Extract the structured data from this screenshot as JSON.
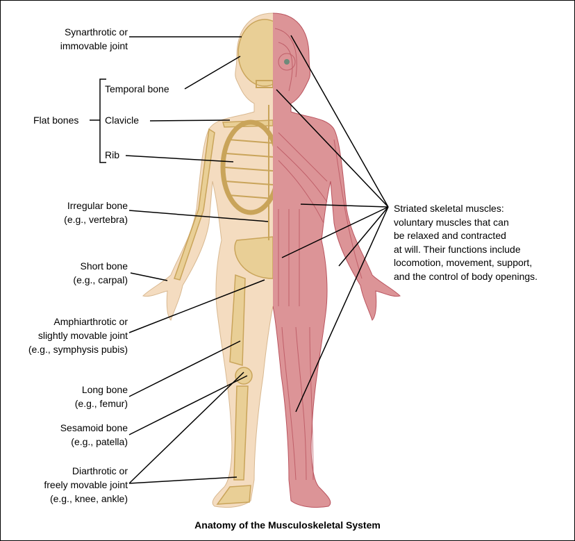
{
  "title": "Anatomy of the Musculoskeletal System",
  "left_labels": {
    "synarthrotic": [
      "Synarthrotic or",
      "immovable joint"
    ],
    "flat_bones": "Flat bones",
    "temporal": "Temporal bone",
    "clavicle": "Clavicle",
    "rib": "Rib",
    "irregular": [
      "Irregular bone",
      "(e.g., vertebra)"
    ],
    "short": [
      "Short bone",
      "(e.g., carpal)"
    ],
    "amphiarthrotic": [
      "Amphiarthrotic or",
      "slightly movable joint",
      "(e.g., symphysis pubis)"
    ],
    "long": [
      "Long bone",
      "(e.g., femur)"
    ],
    "sesamoid": [
      "Sesamoid bone",
      "(e.g., patella)"
    ],
    "diarthrotic": [
      "Diarthrotic or",
      "freely movable joint",
      "(e.g., knee, ankle)"
    ]
  },
  "right_label": [
    "Striated skeletal muscles:",
    "voluntary muscles that can",
    "be relaxed and contracted",
    "at will. Their functions include",
    "locomotion, movement, support,",
    "and the control of body openings."
  ],
  "colors": {
    "skin": "#f4dcc0",
    "bone": "#e9cf96",
    "bone_line": "#c9a45a",
    "muscle": "#dc9497",
    "muscle_line": "#b9535e"
  }
}
